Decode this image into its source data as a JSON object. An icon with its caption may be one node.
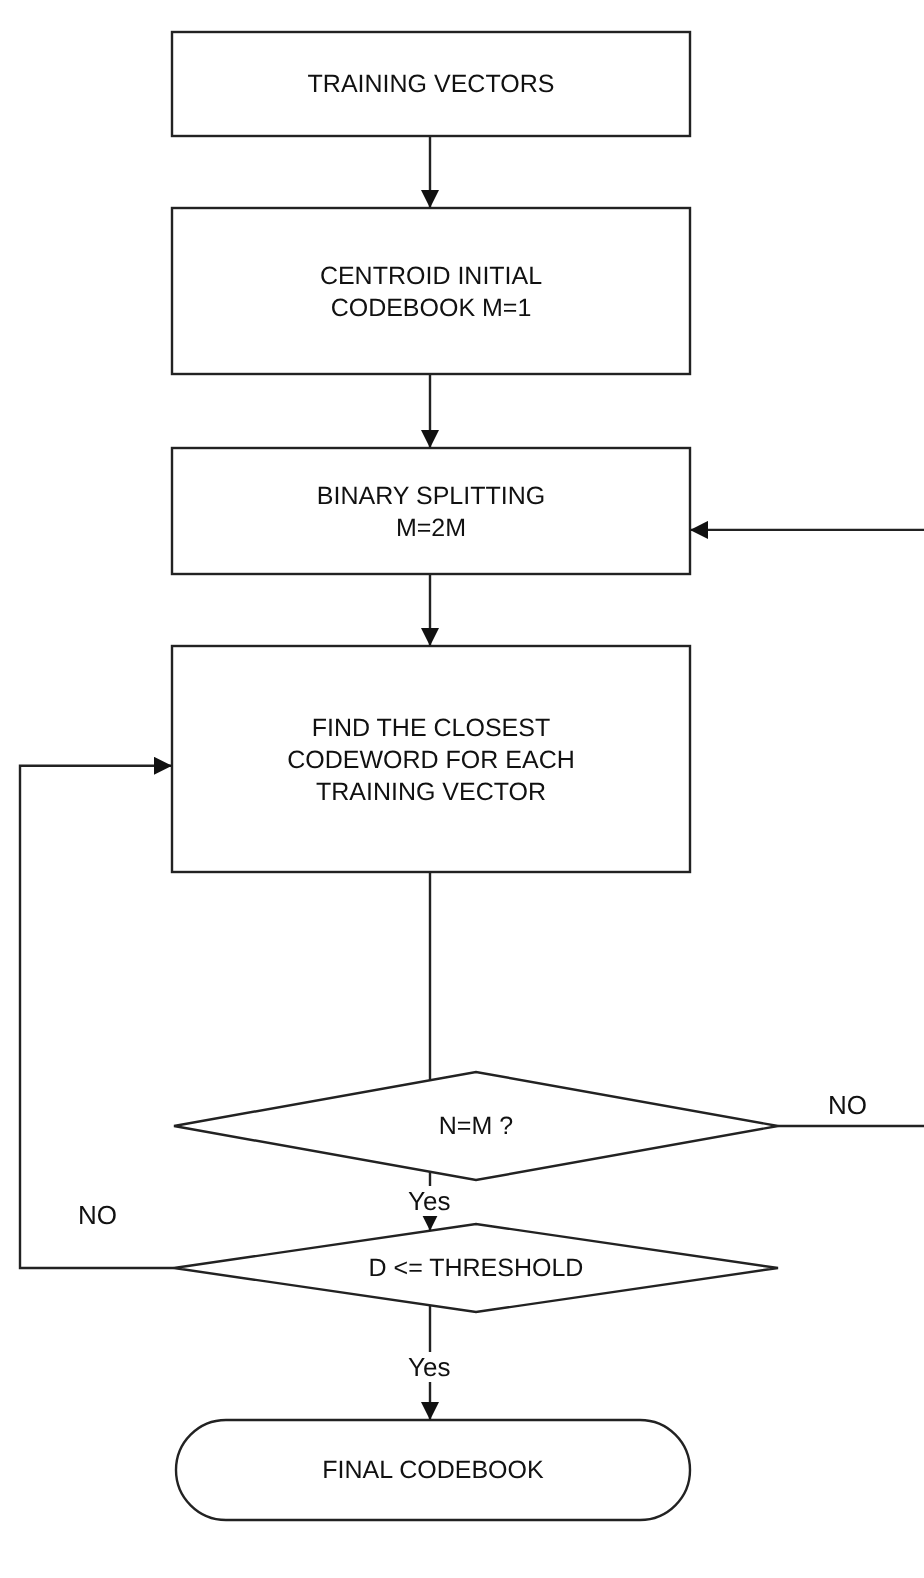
{
  "diagram": {
    "nodes": [
      {
        "text": [
          "TRAINING VECTORS"
        ]
      },
      {
        "text": [
          "CENTROID INITIAL CODEBOOK M=1"
        ]
      },
      {
        "text": [
          "BINARY SPLITTING M=2M"
        ]
      },
      {
        "text": [
          "FIND THE CLOSEST CODEWORD FOR EACH TRAINING VECTOR"
        ]
      },
      {
        "text": [
          "N=M ?"
        ]
      },
      {
        "text": [
          "D <= THRESHOLD"
        ]
      },
      {
        "text": [
          "FINAL CODEBOOK"
        ]
      }
    ],
    "edges": [
      {
        "from": 0,
        "to": 1,
        "arrow": "to"
      },
      {
        "from": 1,
        "to": 2,
        "arrow": "to"
      },
      {
        "from": 2,
        "to": 3,
        "arrow": "to"
      },
      {
        "from": 3,
        "to": 4,
        "arrow": "none"
      },
      {
        "from": 4,
        "to": 5,
        "arrow": "to",
        "label": "Yes"
      },
      {
        "from": 5,
        "to": 6,
        "arrow": "to",
        "label": "Yes"
      },
      {
        "from": 5,
        "to": 3,
        "arrow": "to",
        "label": "NO"
      },
      {
        "from": 4,
        "to": null,
        "arrow": "none",
        "label": "NO"
      },
      {
        "from": null,
        "to": 2,
        "arrow": "to"
      }
    ]
  }
}
